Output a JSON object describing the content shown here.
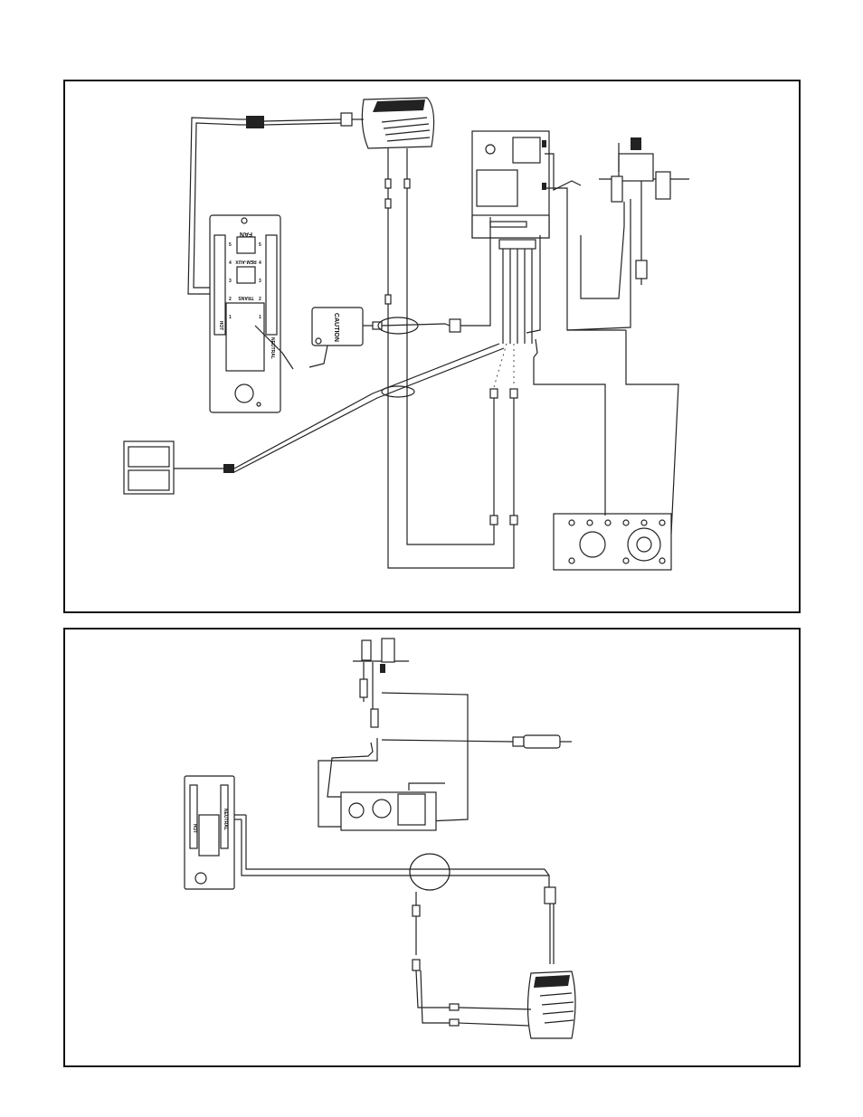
{
  "top_diagram": {
    "receptacle": {
      "fan_label": "FAN",
      "remote_label": "REM-AUX",
      "trans_label": "TRANS",
      "hot_label": "HOT",
      "neutral_label": "NEUTRAL",
      "left_terminals": [
        "5",
        "4",
        "3",
        "2",
        "1"
      ],
      "right_terminals": [
        "5",
        "4",
        "3",
        "2",
        "1"
      ]
    },
    "caution_module": {
      "caution_label": "CAUTION"
    }
  },
  "bottom_diagram": {
    "receptacle": {
      "hot_label": "HOT",
      "neutral_label": "NEUTRAL"
    }
  },
  "colors": {
    "line": "#222222",
    "background": "#ffffff"
  }
}
